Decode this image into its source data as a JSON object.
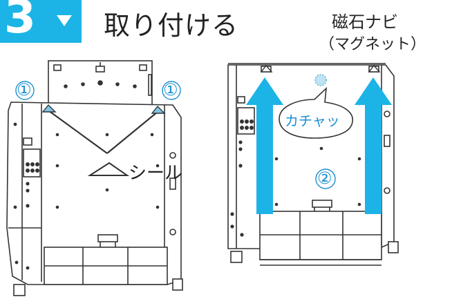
{
  "header": {
    "step_number": "3",
    "step_title": "取り付ける",
    "accent_color": "#1cb4e6"
  },
  "left_figure": {
    "marker_left": "①",
    "marker_right": "①",
    "seal_label": "シール"
  },
  "right_figure": {
    "magnet_label_line1": "磁石ナビ",
    "magnet_label_line2": "（マグネット）",
    "click_label": "カチャッ",
    "marker": "②"
  },
  "icons": [
    "step-down-arrow-icon",
    "up-arrow-icon",
    "seal-triangle-icon"
  ]
}
